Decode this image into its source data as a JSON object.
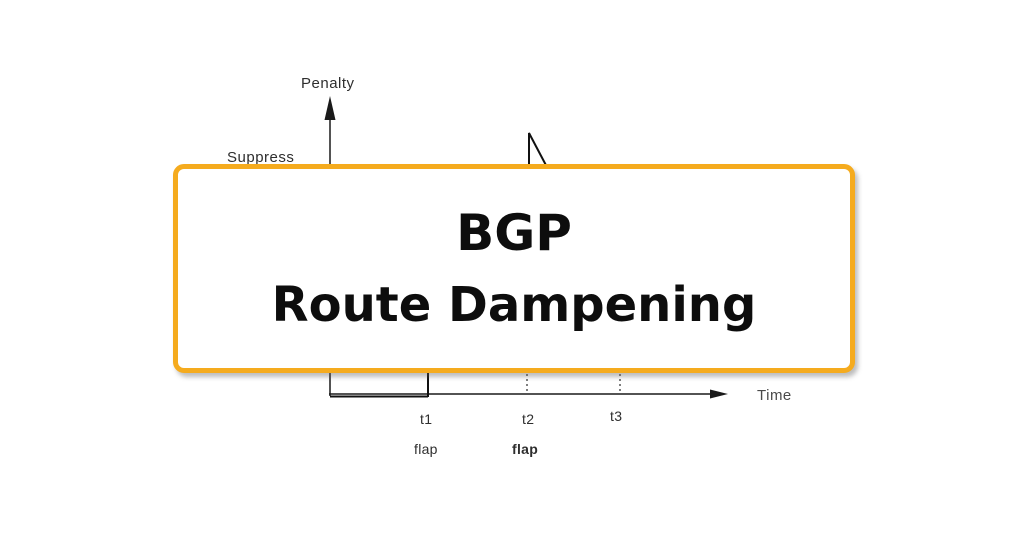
{
  "title_box": {
    "line1": "BGP",
    "line2": "Route Dampening",
    "border_color": "#F5AB1E"
  },
  "diagram": {
    "y_axis_label": "Penalty",
    "x_axis_label": "Time",
    "threshold_label": "Suppress",
    "time_markers": {
      "t1": "t1",
      "t2": "t2",
      "t3": "t3"
    },
    "event_labels": {
      "at_t1": "flap",
      "at_t2": "flap"
    },
    "colors": {
      "axis": "#1a1a1a",
      "curve": "#111111",
      "dotted_guide": "#555555"
    }
  }
}
